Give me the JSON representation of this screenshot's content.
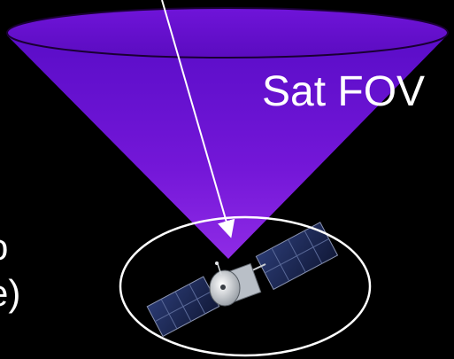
{
  "diagram": {
    "fov_label": "Sat FOV",
    "left_text_line1": "o",
    "left_text_line2": "e)"
  },
  "colors": {
    "background": "#000000",
    "cone_top": "#6a0fd6",
    "cone_bottom": "#8a2be2",
    "pointer_arrow": "#ffffff",
    "highlight_ellipse": "#ffffff",
    "solar_panel": "#1f2d5c",
    "spacecraft_body": "#cfd4da"
  }
}
